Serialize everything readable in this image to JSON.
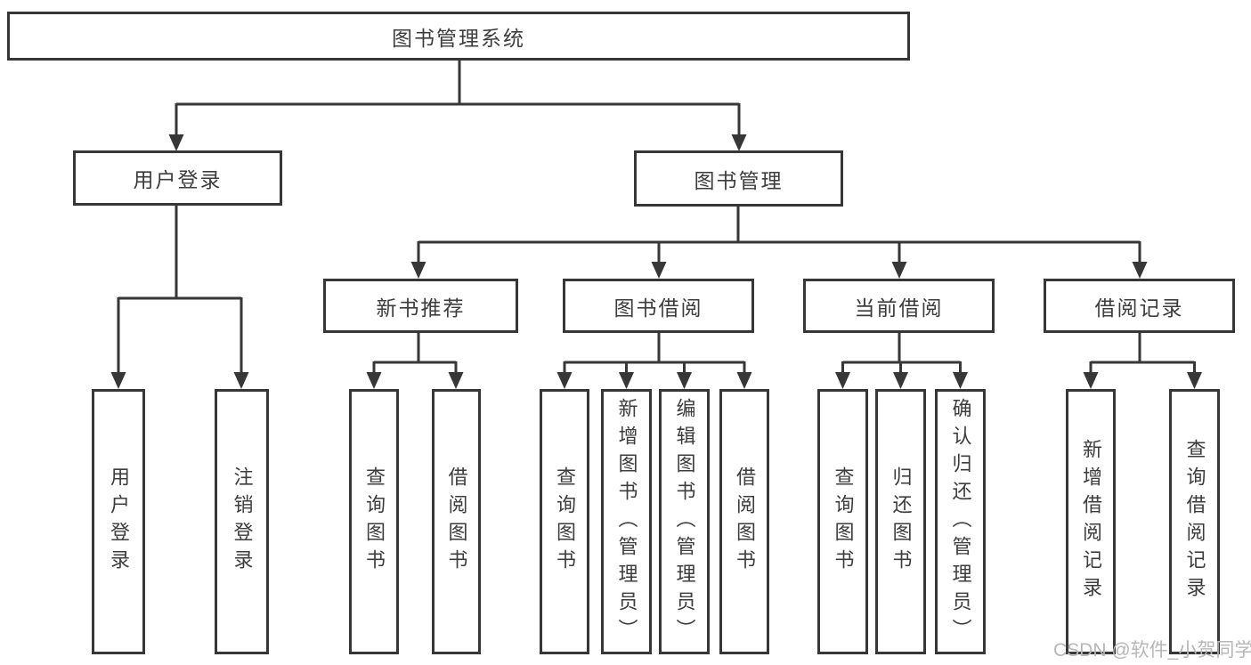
{
  "diagram": {
    "root": {
      "label": "图书管理系统"
    },
    "level2": {
      "user_login": {
        "label": "用户登录"
      },
      "book_management": {
        "label": "图书管理"
      }
    },
    "level3": {
      "new_book_recommendation": {
        "label": "新书推荐"
      },
      "book_borrowing": {
        "label": "图书借阅"
      },
      "current_borrowing": {
        "label": "当前借阅"
      },
      "borrowing_records": {
        "label": "借阅记录"
      }
    },
    "leaves": {
      "user_login": {
        "label": "用户登录",
        "parent": "用户登录"
      },
      "logout": {
        "label": "注销登录",
        "parent": "用户登录"
      },
      "rec_query_books": {
        "label": "查询图书",
        "parent": "新书推荐"
      },
      "rec_borrow_books": {
        "label": "借阅图书",
        "parent": "新书推荐"
      },
      "bor_query_books": {
        "label": "查询图书",
        "parent": "图书借阅"
      },
      "bor_add_books_admin": {
        "label": "新增图书（管理员）",
        "parent": "图书借阅"
      },
      "bor_edit_books_admin": {
        "label": "编辑图书（管理员）",
        "parent": "图书借阅"
      },
      "bor_borrow_books": {
        "label": "借阅图书",
        "parent": "图书借阅"
      },
      "cur_query_books": {
        "label": "查询图书",
        "parent": "当前借阅"
      },
      "cur_return_books": {
        "label": "归还图书",
        "parent": "当前借阅"
      },
      "cur_confirm_return_admin": {
        "label": "确认归还（管理员）",
        "parent": "当前借阅"
      },
      "log_add_record": {
        "label": "新增借阅记录",
        "parent": "借阅记录"
      },
      "log_query_record": {
        "label": "查询借阅记录",
        "parent": "借阅记录"
      }
    },
    "colors": {
      "line": "#373737",
      "box_border": "#373737",
      "text": "#3d3d3d",
      "watermark": "#b7b7b7",
      "background": "#ffffff"
    }
  },
  "watermark": {
    "text": "CSDN @软件_小贺同学"
  }
}
